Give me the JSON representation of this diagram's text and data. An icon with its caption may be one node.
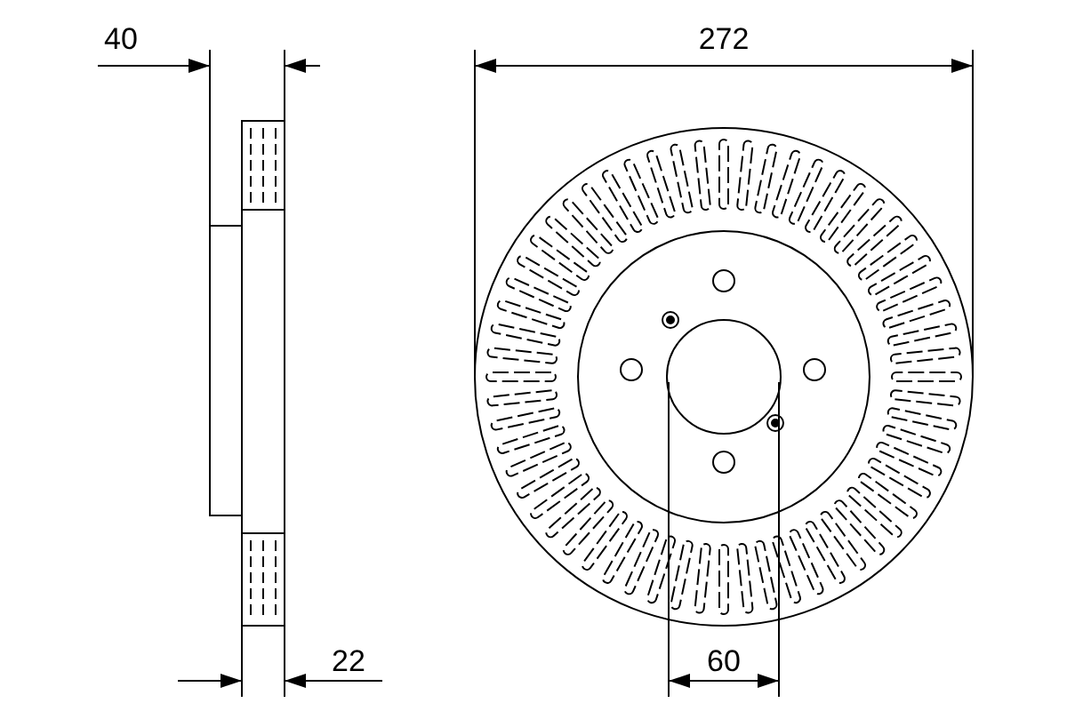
{
  "diagram": {
    "labels": [
      "40",
      "272",
      "22",
      "60"
    ]
  }
}
